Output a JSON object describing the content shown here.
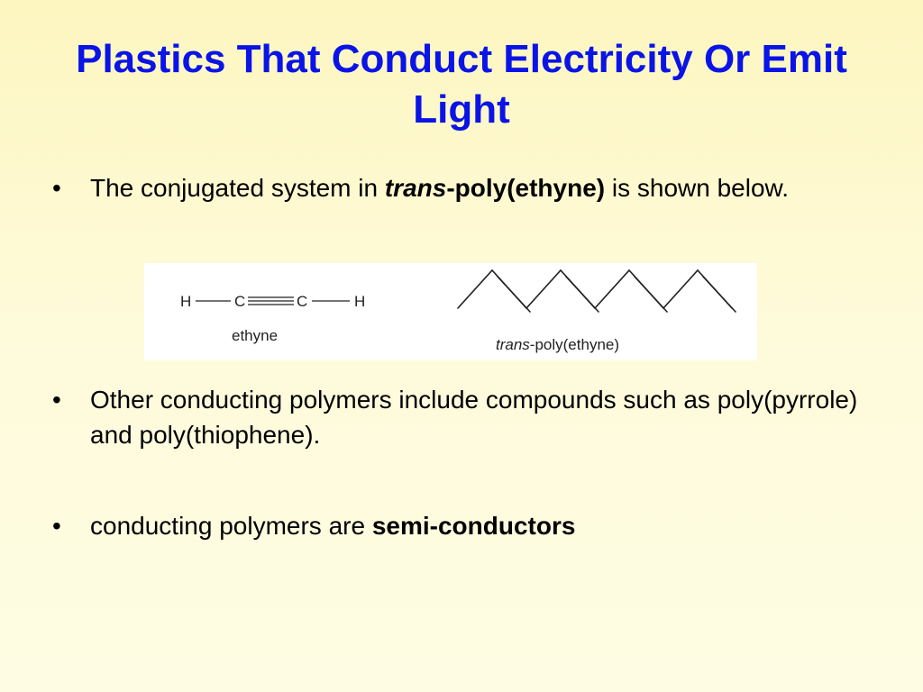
{
  "slide": {
    "title": "Plastics That Conduct Electricity Or Emit Light",
    "bullets": [
      {
        "marker": "•",
        "text_before": "The conjugated system in ",
        "emph_italic": "trans",
        "emph_bold": "-poly(ethyne)",
        "text_after": " is shown below."
      },
      {
        "marker": "•",
        "text": "Other conducting polymers include compounds such as poly(pyrrole) and poly(thiophene)."
      },
      {
        "marker": "•",
        "text_before": "conducting polymers are ",
        "emph_bold": "semi-conductors"
      }
    ]
  },
  "figure": {
    "ethyne": {
      "atoms": [
        "H",
        "C",
        "C",
        "H"
      ],
      "caption": "ethyne"
    },
    "polymer": {
      "caption_italic": "trans",
      "caption_rest": "-poly(ethyne)"
    }
  },
  "colors": {
    "title": "#0a14e6",
    "text": "#000000",
    "structure": "#222222"
  }
}
